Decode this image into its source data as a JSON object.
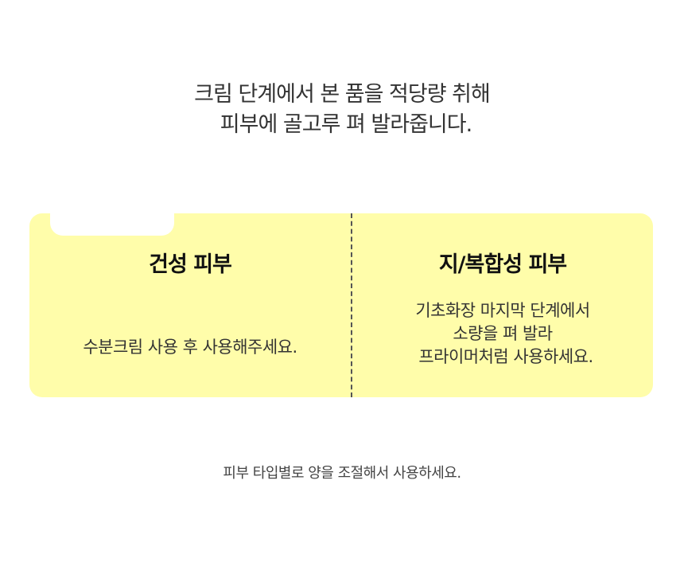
{
  "intro": {
    "lines": [
      "크림 단계에서 본 품을 적당량 취해",
      "피부에 골고루 펴 발라줍니다."
    ]
  },
  "card": {
    "background": "#fffdaa",
    "dry": {
      "title": "건성 피부",
      "lines": [
        "수분크림 사용 후 사용해주세요."
      ]
    },
    "oily": {
      "title": "지/복합성 피부",
      "lines": [
        "기초화장 마지막 단계에서",
        "소량을 펴 발라",
        "프라이머처럼 사용하세요."
      ]
    }
  },
  "footer": {
    "note": "피부 타입별로 양을 조절해서 사용하세요."
  }
}
